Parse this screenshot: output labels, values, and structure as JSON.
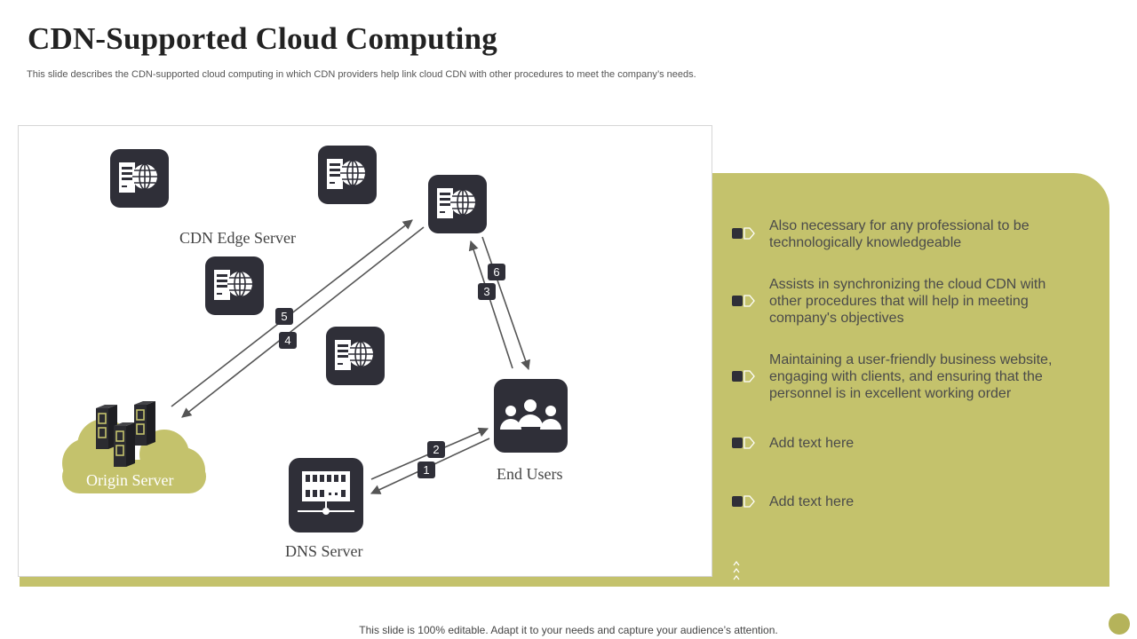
{
  "slide": {
    "title": "CDN-Supported Cloud Computing",
    "subtitle": "This slide describes the CDN-supported cloud computing in which CDN providers help link cloud CDN with other procedures to meet the company’s needs.",
    "footer": "This slide is 100% editable. Adapt it to your needs and capture your audience’s attention."
  },
  "diagram": {
    "labels": {
      "cdn_edge_server": "CDN Edge Server",
      "origin_server": "Origin Server",
      "dns_server": "DNS Server",
      "end_users": "End Users"
    },
    "steps": [
      "1",
      "2",
      "3",
      "4",
      "5",
      "6"
    ]
  },
  "points": [
    {
      "text": "Also necessary for any professional to be technologically knowledgeable"
    },
    {
      "text": "Assists in synchronizing  the cloud CDN with other procedures that will help in meeting company's objectives"
    },
    {
      "text": "Maintaining a user-friendly business website, engaging with clients, and ensuring that the personnel is in excellent working order"
    },
    {
      "text": "Add text here"
    },
    {
      "text": "Add text here"
    }
  ],
  "colors": {
    "accent_olive": "#c4c26c",
    "icon_dark": "#2f2f38"
  }
}
